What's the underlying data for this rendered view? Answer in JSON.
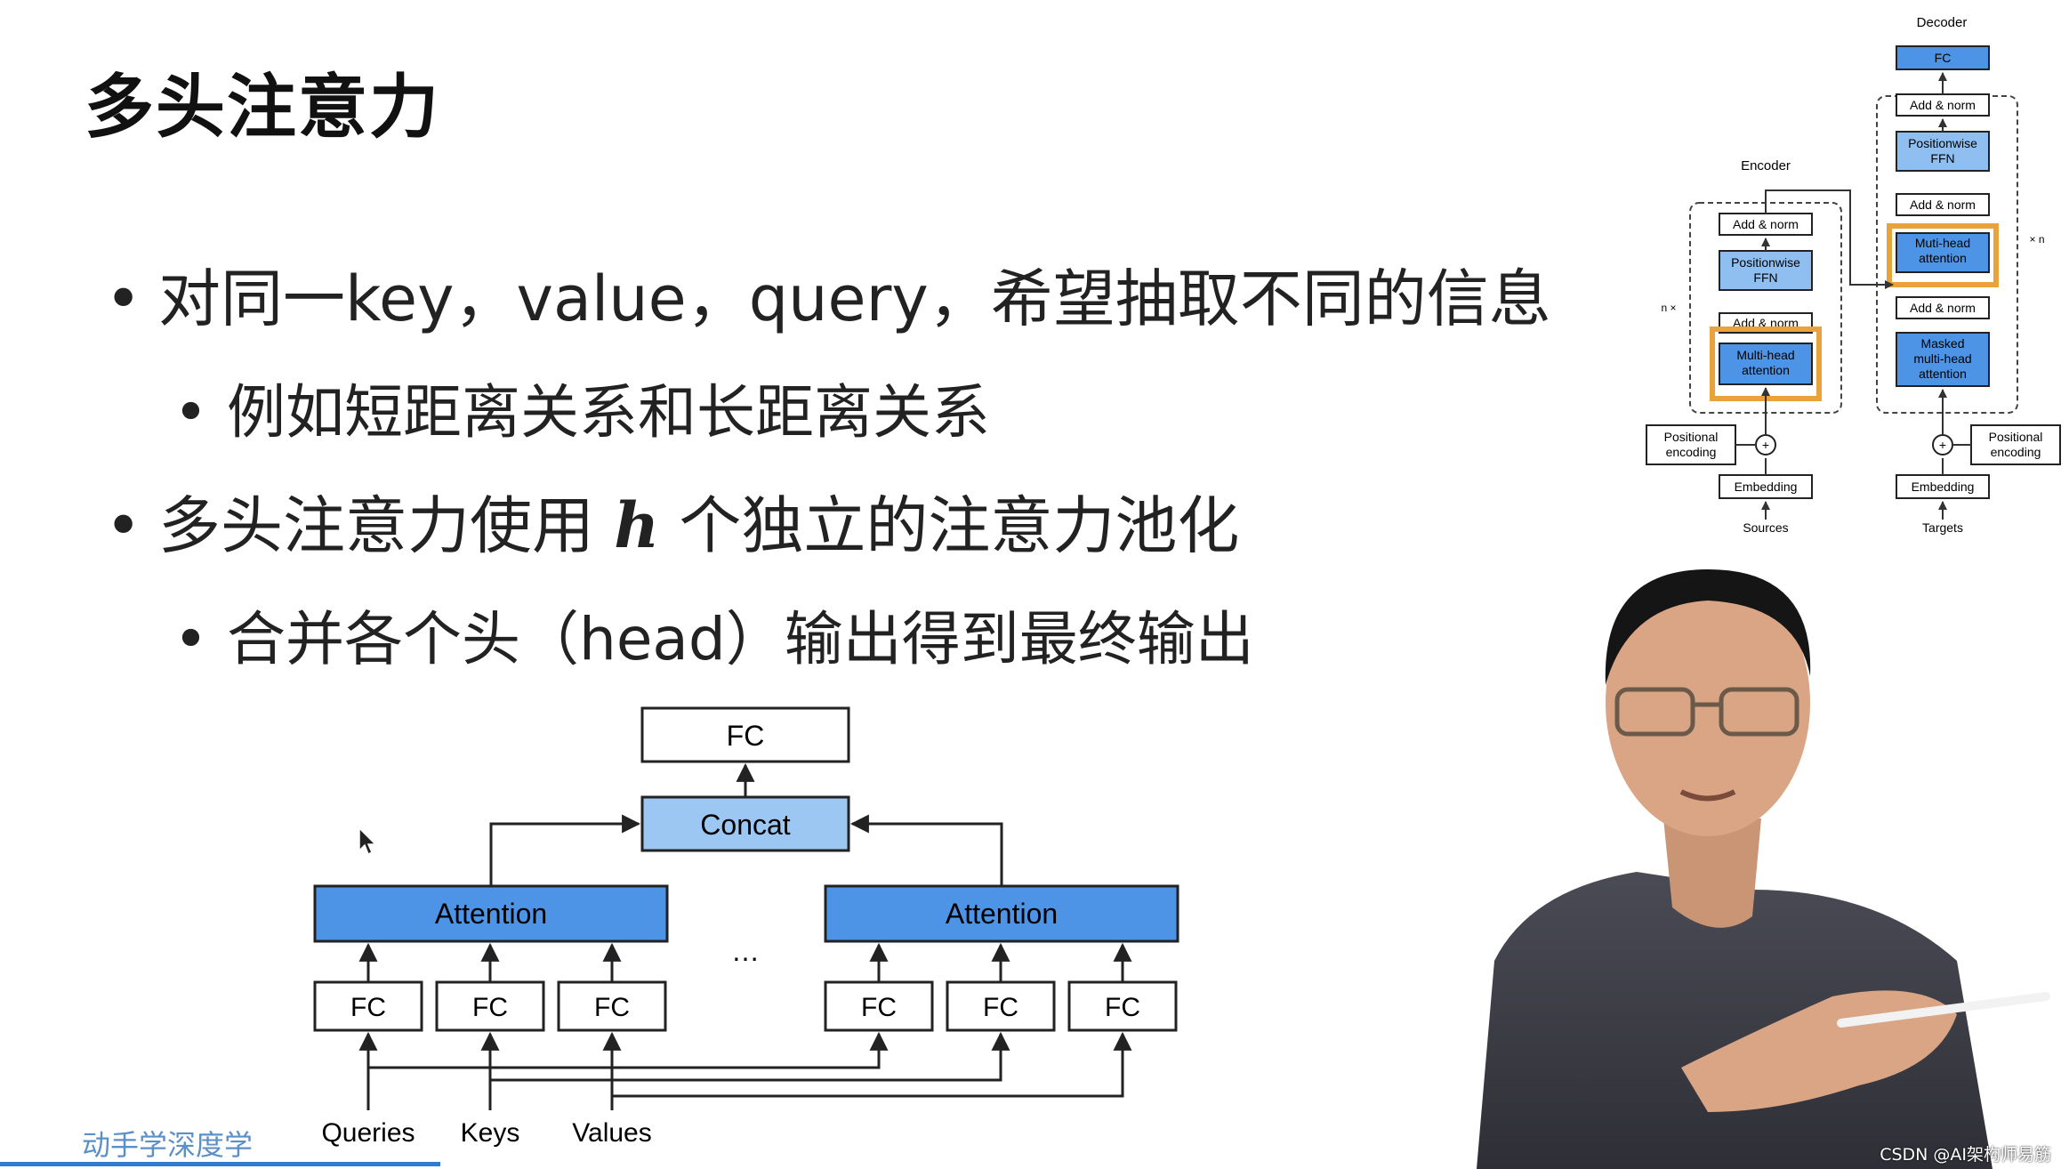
{
  "slide": {
    "title": "多头注意力",
    "bullets": [
      {
        "text_pre": "对同一key，value，query，希望抽取不同的信息",
        "level": 1
      },
      {
        "text_pre": "例如短距离关系和长距离关系",
        "level": 2
      },
      {
        "text_pre": "多头注意力使用 ",
        "var": "h",
        "text_post": " 个独立的注意力池化",
        "level": 1
      },
      {
        "text_pre": "合并各个头（head）输出得到最终输出",
        "level": 2
      }
    ],
    "bullet_symbol": "•",
    "footer_brand": "动手学深度学",
    "watermark": "CSDN @AI架构师易筋"
  },
  "diagram": {
    "fc_top": "FC",
    "concat": "Concat",
    "attention_left": "Attention",
    "attention_right": "Attention",
    "ellipsis": "…",
    "fc_left": [
      "FC",
      "FC",
      "FC"
    ],
    "fc_right": [
      "FC",
      "FC",
      "FC"
    ],
    "inputs": [
      "Queries",
      "Keys",
      "Values"
    ],
    "colors": {
      "attention": "#4d94e6",
      "concat": "#9cc7f3",
      "box_border": "#222222"
    }
  },
  "transformer": {
    "decoder_label": "Decoder",
    "encoder_label": "Encoder",
    "decoder_fc": "FC",
    "dec_add_norm_top": "Add & norm",
    "dec_ffn": [
      "Positionwise",
      "FFN"
    ],
    "dec_add_norm_mid": "Add & norm",
    "dec_mha": [
      "Muti-head",
      "attention"
    ],
    "dec_add_norm_low": "Add & norm",
    "dec_masked": [
      "Masked",
      "multi-head",
      "attention"
    ],
    "enc_add_norm_top": "Add & norm",
    "enc_ffn": [
      "Positionwise",
      "FFN"
    ],
    "enc_add_norm_low": "Add & norm",
    "enc_mha": [
      "Multi-head",
      "attention"
    ],
    "pos_enc_left": [
      "Positional",
      "encoding"
    ],
    "pos_enc_right": [
      "Positional",
      "encoding"
    ],
    "embedding_left": "Embedding",
    "embedding_right": "Embedding",
    "sources": "Sources",
    "targets": "Targets",
    "n_times_left": "n ×",
    "n_times_right": "× n",
    "highlight_color": "#e8a33c"
  }
}
